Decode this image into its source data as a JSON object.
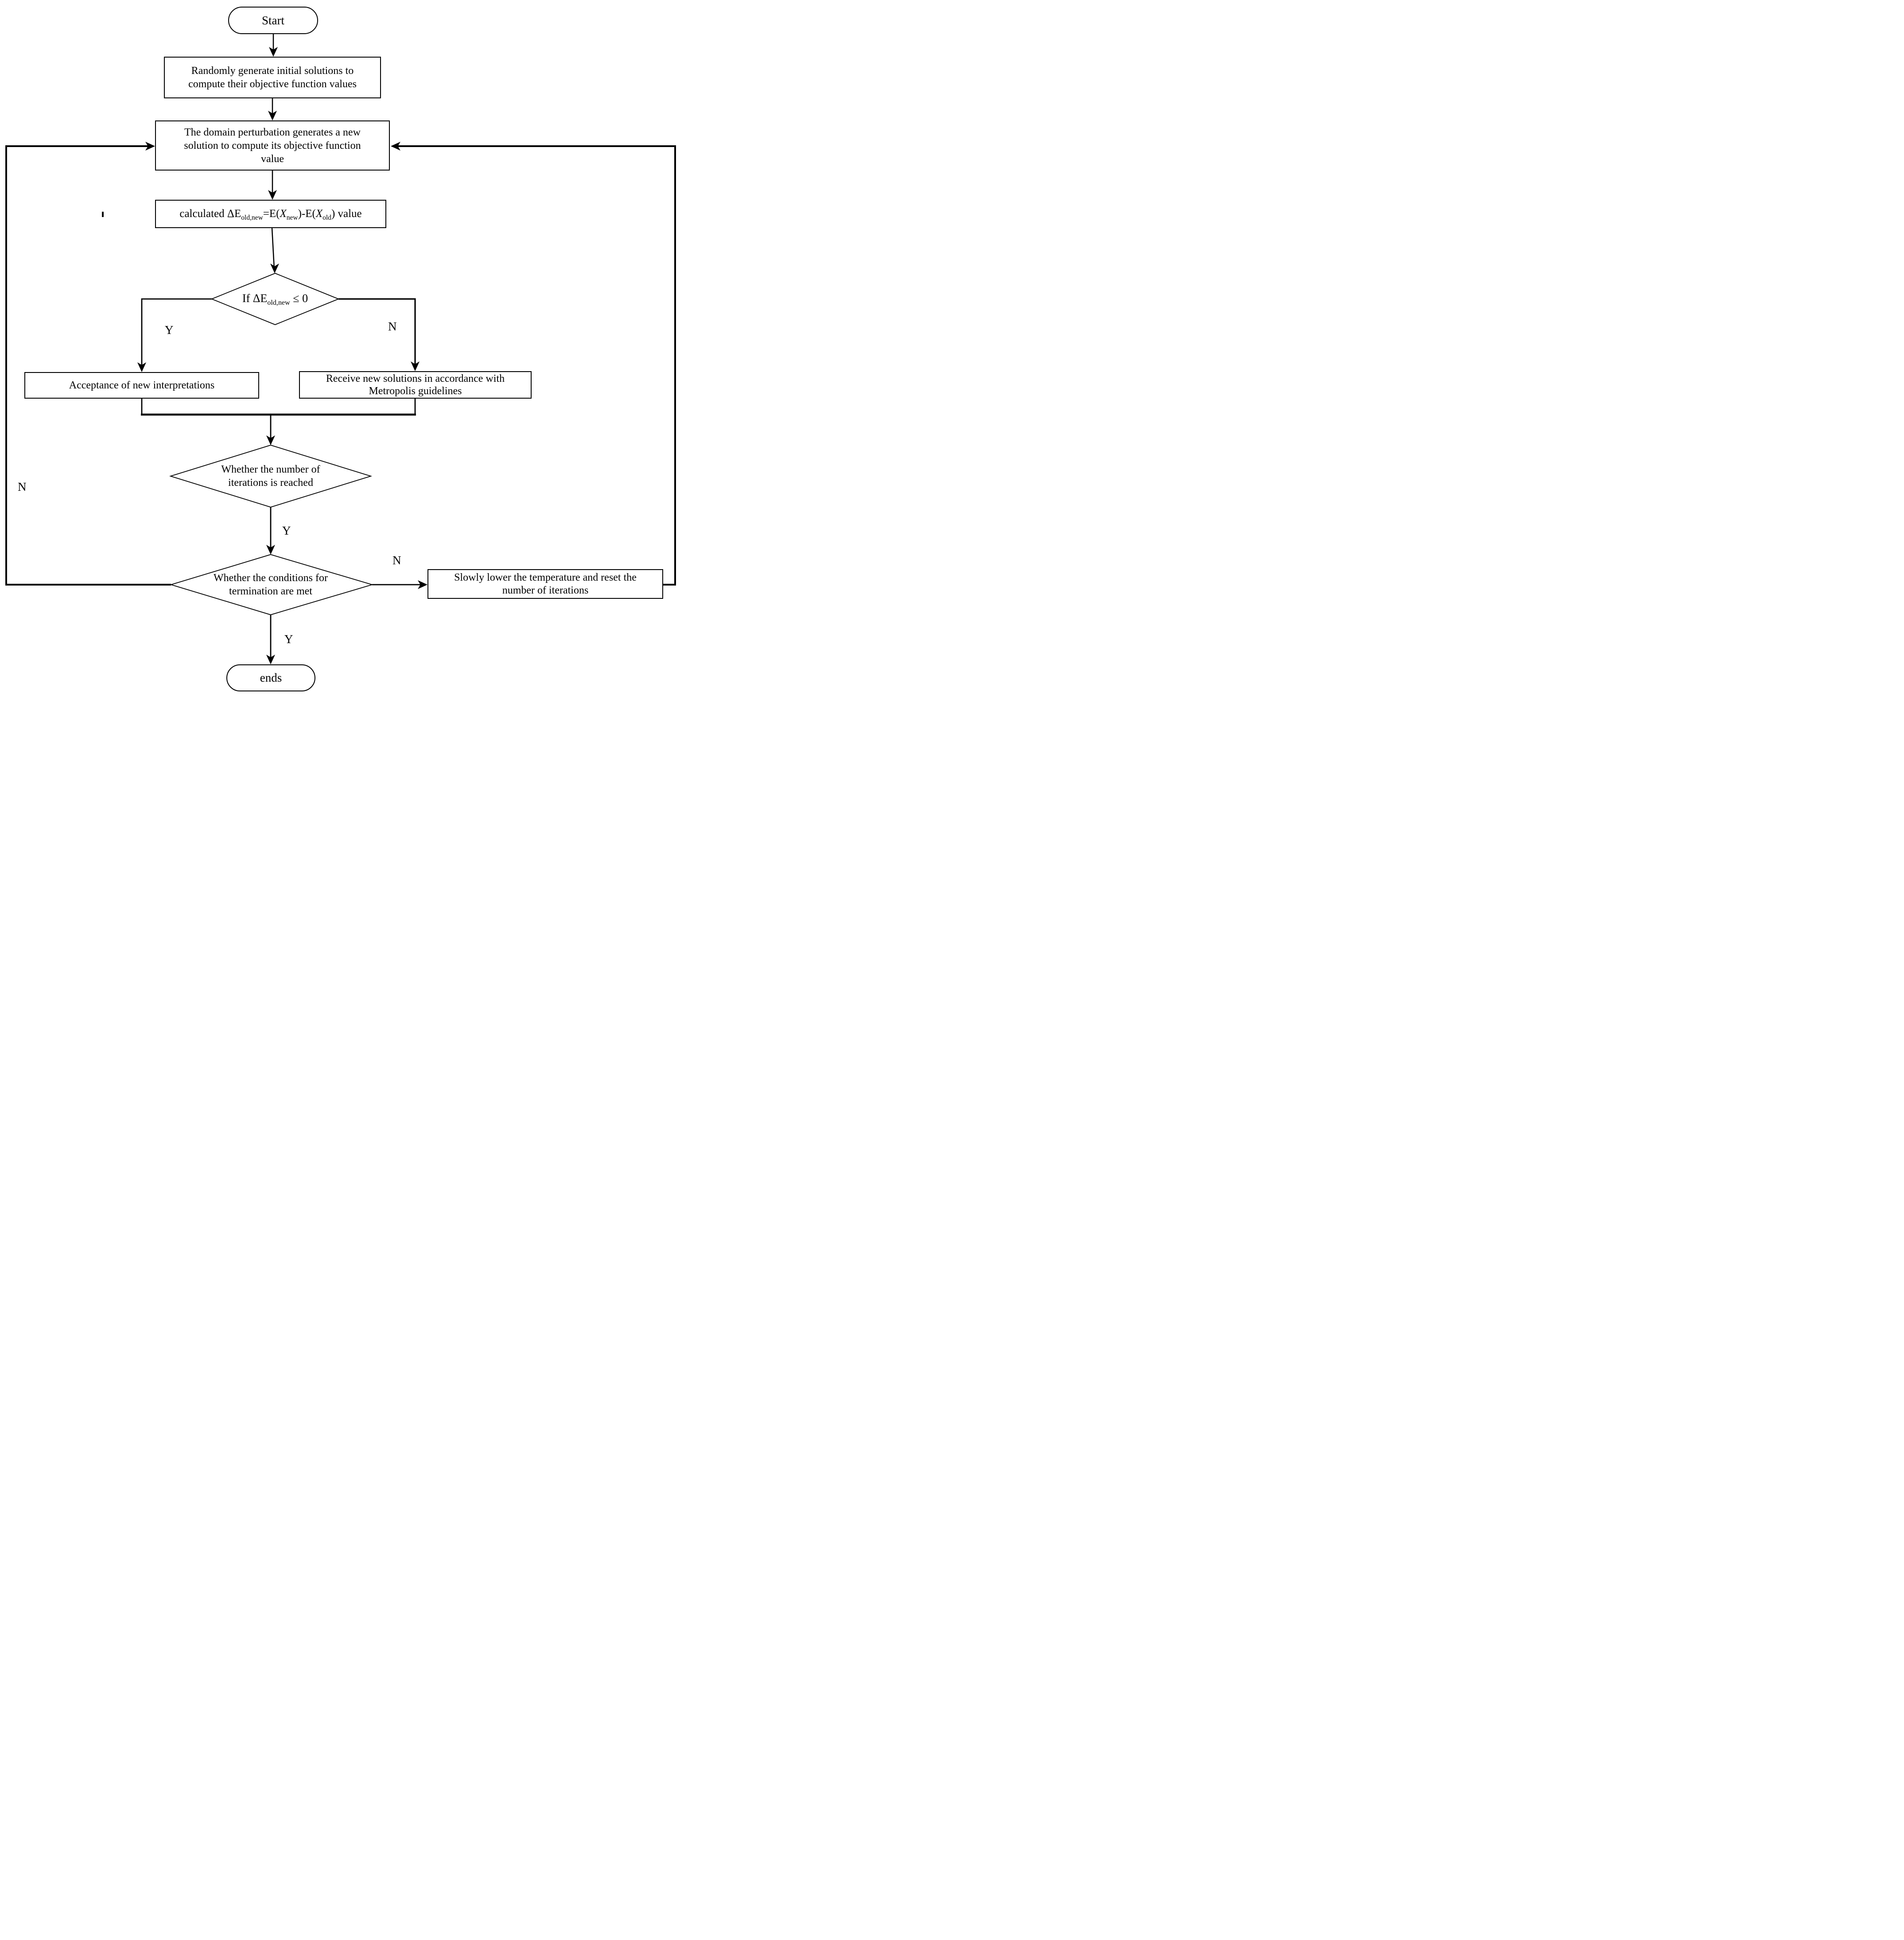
{
  "diagram": {
    "type": "flowchart",
    "background_color": "#ffffff",
    "line_color": "#000000",
    "nodes": {
      "start": {
        "shape": "terminator",
        "label": "Start"
      },
      "generate": {
        "shape": "process",
        "label": "Randomly generate initial solutions to compute their objective function values"
      },
      "perturb": {
        "shape": "process",
        "label": "The domain perturbation generates a new solution to compute its objective function value"
      },
      "calc_delta": {
        "shape": "process",
        "label_parts": [
          {
            "t": "calculated ΔE"
          },
          {
            "t": "old,new",
            "sub": true
          },
          {
            "t": "=E("
          },
          {
            "t": "X",
            "i": true
          },
          {
            "t": "new",
            "sub": true
          },
          {
            "t": ")-E("
          },
          {
            "t": "X",
            "i": true
          },
          {
            "t": "old",
            "sub": true
          },
          {
            "t": ") value"
          }
        ]
      },
      "delta_decision": {
        "shape": "decision",
        "label_parts": [
          {
            "t": "If ΔE"
          },
          {
            "t": "old,new",
            "sub": true
          },
          {
            "t": " ≤ 0"
          }
        ]
      },
      "accept": {
        "shape": "process",
        "label": "Acceptance of new interpretations"
      },
      "metropolis": {
        "shape": "process",
        "label": "Receive new solutions in accordance with Metropolis guidelines"
      },
      "iterations_decision": {
        "shape": "decision",
        "label": "Whether the number of iterations is reached"
      },
      "termination_decision": {
        "shape": "decision",
        "label": "Whether the conditions for termination are met"
      },
      "cool_down": {
        "shape": "process",
        "label": "Slowly lower the temperature and reset the number of iterations"
      },
      "end": {
        "shape": "terminator",
        "label": "ends"
      }
    },
    "edge_labels": {
      "delta_yes": "Y",
      "delta_no": "N",
      "iterations_yes": "Y",
      "iterations_loop_no": "N",
      "termination_no": "N",
      "termination_yes": "Y"
    }
  }
}
